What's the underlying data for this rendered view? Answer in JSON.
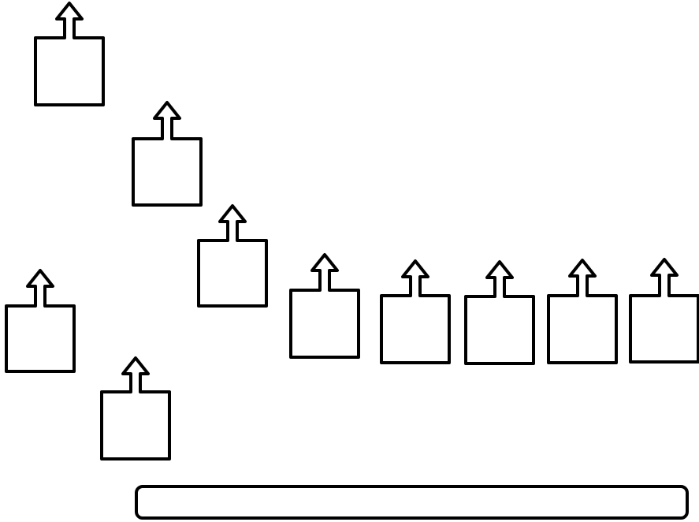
{
  "elements": [
    {
      "id": "block-1",
      "icon": "box-with-up-arrow"
    },
    {
      "id": "block-2",
      "icon": "box-with-up-arrow"
    },
    {
      "id": "block-3",
      "icon": "box-with-up-arrow"
    },
    {
      "id": "block-4",
      "icon": "box-with-up-arrow"
    },
    {
      "id": "block-5",
      "icon": "box-with-up-arrow"
    },
    {
      "id": "block-6",
      "icon": "box-with-up-arrow"
    },
    {
      "id": "block-7",
      "icon": "box-with-up-arrow"
    },
    {
      "id": "block-8",
      "icon": "box-with-up-arrow"
    },
    {
      "id": "block-9",
      "icon": "box-with-up-arrow"
    },
    {
      "id": "block-10",
      "icon": "box-with-up-arrow"
    }
  ],
  "base_bar": {
    "icon": "rounded-bar"
  },
  "colors": {
    "stroke": "#000000",
    "fill": "#ffffff"
  }
}
